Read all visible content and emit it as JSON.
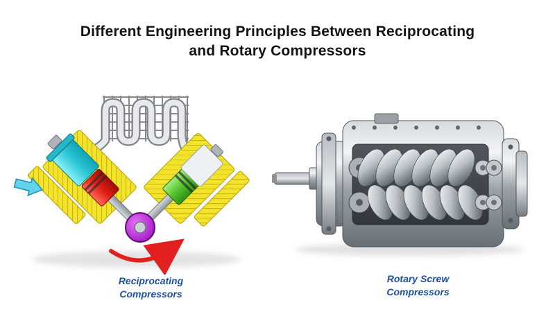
{
  "title": {
    "line1": "Different Engineering Principles Between Reciprocating",
    "line2": "and Rotary Compressors"
  },
  "left_figure": {
    "caption_line1": "Reciprocating",
    "caption_line2": "Compressors"
  },
  "right_figure": {
    "caption_line1": "Rotary Screw",
    "caption_line2": "Compressors"
  },
  "colors": {
    "title_text": "#121212",
    "caption_blue": "#1e4f9c",
    "block_yellow": "#f3e32c",
    "cylinder_cyan": "#2ec7d8",
    "piston_red": "#e01f14",
    "piston_green": "#55c32e",
    "crankshaft_purple": "#b42fd4",
    "rotation_arrow_red": "#e32020",
    "intake_arrow_cyan": "#63d2ec",
    "metal_gray": "#9aa1a7"
  }
}
